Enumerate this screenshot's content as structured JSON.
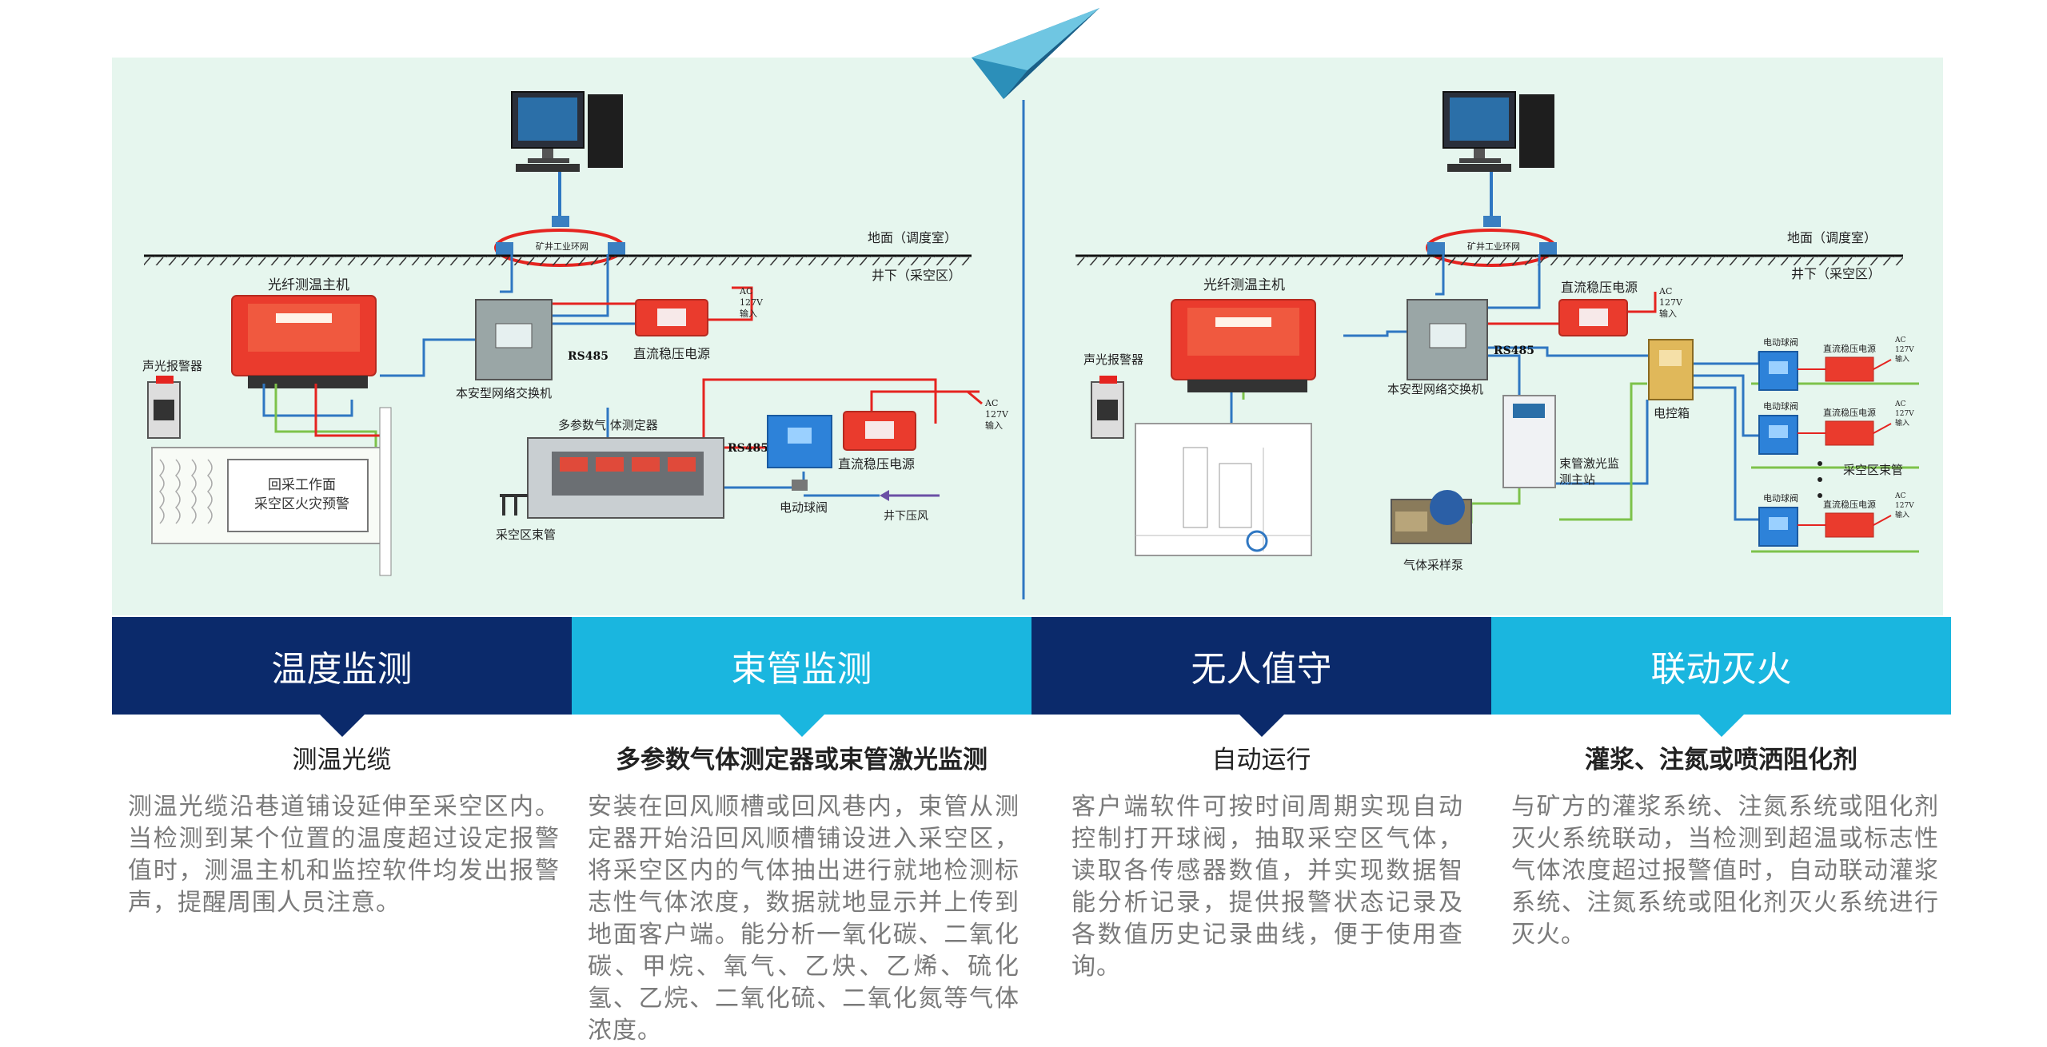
{
  "colors": {
    "dark_navy": "#0b2a6b",
    "cyan": "#1ab6df",
    "panel_bg": "#e6f6ee",
    "device_red": "#ea3b2d",
    "cable_red": "#e52420",
    "cable_blue": "#2f77c2",
    "cable_green": "#7dc24b",
    "switch_gray": "#9aa6a6",
    "ball_valve_blue": "#2d82d9",
    "control_box_yellow": "#e0b85a"
  },
  "left_diagram": {
    "ground_label": "地面（调度室）",
    "underground_label": "井下（采空区）",
    "ring_label": "矿井工业环网",
    "host_label": "光纤测温主机",
    "alarm_label": "声光报警器",
    "switch_label": "本安型网络交换机",
    "rs485_a": "RS485",
    "power_top_label": "直流稳压电源",
    "ac_top": "AC",
    "v_top": "127V",
    "input_top": "输入",
    "gas_label": "多参数气   体测定器",
    "rs485_b": "RS485",
    "power_right_label": "直流稳压电源",
    "ac_right": "AC",
    "v_right": "127V",
    "input_right": "输入",
    "ball_valve_label": "电动球阀",
    "pressure_label": "井下压风",
    "tube_label": "采空区束管",
    "face_line1": "回采工作面",
    "face_line2": "采空区火灾预警"
  },
  "right_diagram": {
    "ground_label": "地面（调度室）",
    "underground_label": "井下（采空区）",
    "ring_label": "矿井工业环网",
    "host_label": "光纤测温主机",
    "alarm_label": "声光报警器",
    "switch_label": "本安型网络交换机",
    "rs485": "RS485",
    "power_label": "直流稳压电源",
    "ac": "AC",
    "v": "127V",
    "input": "输入",
    "control_box_label": "电控箱",
    "laser_line1": "束管激光监",
    "laser_line2": "测主站",
    "pump_label": "气体采样泵",
    "tube_label": "采空区束管",
    "row_items": [
      {
        "valve": "电动球阀",
        "power": "直流稳压电源",
        "ac": "AC",
        "v": "127V",
        "input": "输入"
      },
      {
        "valve": "电动球阀",
        "power": "直流稳压电源",
        "ac": "AC",
        "v": "127V",
        "input": "输入"
      },
      {
        "valve": "电动球阀",
        "power": "直流稳压电源",
        "ac": "AC",
        "v": "127V",
        "input": "输入"
      }
    ]
  },
  "columns": [
    {
      "tab": "温度监测",
      "subtitle": "测温光缆",
      "description": "测温光缆沿巷道铺设延伸至采空区内。当检测到某个位置的温度超过设定报警值时，测温主机和监控软件均发出报警声，提醒周围人员注意。"
    },
    {
      "tab": "束管监测",
      "subtitle": "多参数气体测定器或束管激光监测",
      "description": "安装在回风顺槽或回风巷内，束管从测定器开始沿回风顺槽铺设进入采空区，将采空区内的气体抽出进行就地检测标志性气体浓度，数据就地显示并上传到地面客户端。能分析一氧化碳、二氧化碳、甲烷、氧气、乙炔、乙烯、硫化氢、乙烷、二氧化硫、二氧化氮等气体浓度。"
    },
    {
      "tab": "无人值守",
      "subtitle": "自动运行",
      "description": "客户端软件可按时间周期实现自动控制打开球阀，抽取采空区气体，读取各传感器数值，并实现数据智能分析记录，提供报警状态记录及各数值历史记录曲线，便于使用查询。"
    },
    {
      "tab": "联动灭火",
      "subtitle": "灌浆、注氮或喷洒阻化剂",
      "description": "与矿方的灌浆系统、注氮系统或阻化剂灭火系统联动，当检测到超温或标志性气体浓度超过报警值时，自动联动灌浆系统、注氮系统或阻化剂灭火系统进行灭火。"
    }
  ]
}
